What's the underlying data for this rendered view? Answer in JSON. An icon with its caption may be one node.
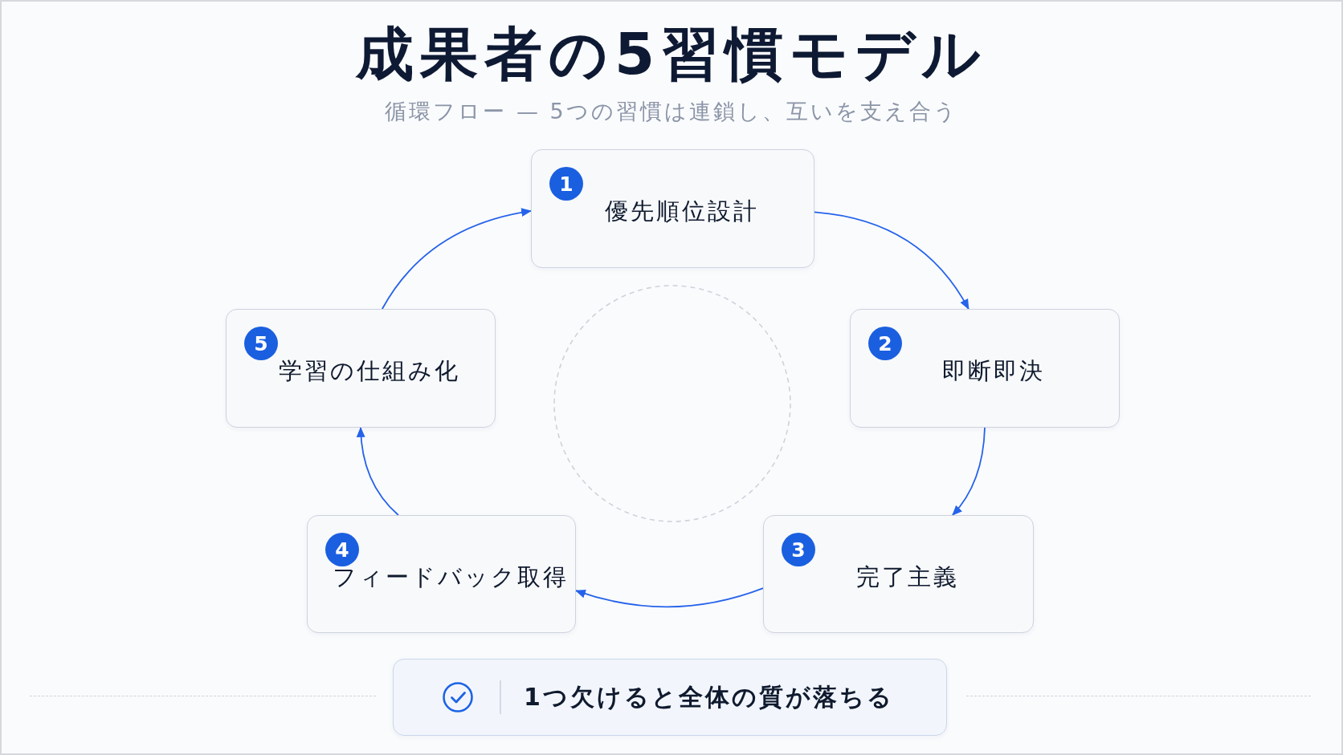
{
  "diagram": {
    "title": "成果者の5習慣モデル",
    "nodes": [
      {
        "text": [
          "1",
          "優先順位設計"
        ]
      },
      {
        "text": [
          "2",
          "即断即決"
        ]
      },
      {
        "text": [
          "3",
          "完了主義"
        ]
      },
      {
        "text": [
          "4",
          "フィードバック取得"
        ]
      },
      {
        "text": [
          "5",
          "学習の仕組み化"
        ]
      },
      {
        "text": [
          "1つ欠けると全体の質が落ちる"
        ]
      },
      {
        "text": [],
        "shape": "circle"
      }
    ],
    "edges": [
      {
        "from": 0,
        "to": 1,
        "arrow": "to"
      },
      {
        "from": 1,
        "to": 2,
        "arrow": "to"
      },
      {
        "from": 2,
        "to": 3,
        "arrow": "to"
      },
      {
        "from": 3,
        "to": 4,
        "arrow": "to"
      },
      {
        "from": 4,
        "to": 0,
        "arrow": "to"
      }
    ],
    "labels": [
      "循環フロー — 5つの習慣は連鎖し、互いを支え合う"
    ]
  }
}
